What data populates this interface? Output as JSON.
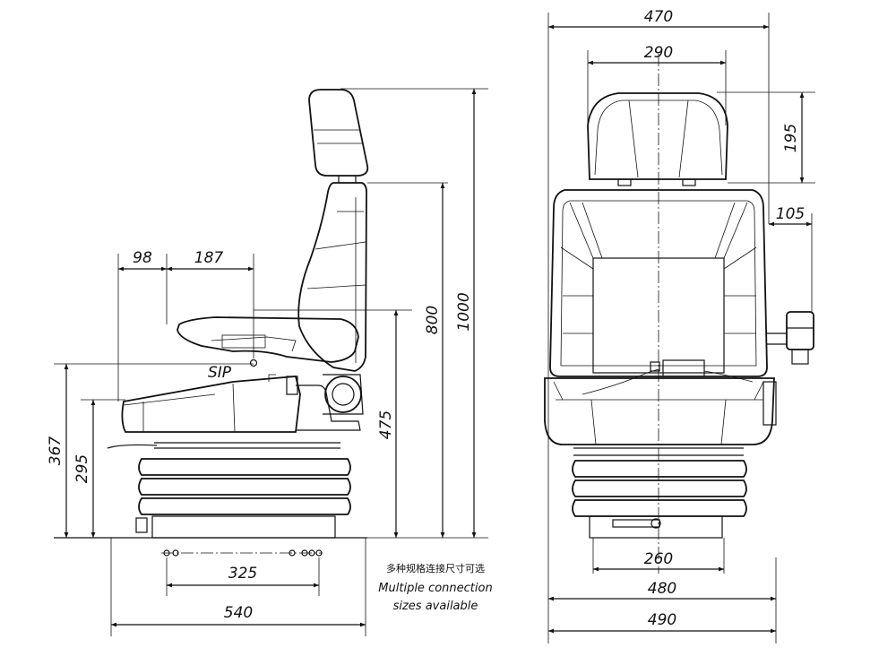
{
  "side_view": {
    "dims": {
      "top_98": "98",
      "top_187": "187",
      "sip": "SIP",
      "v_367": "367",
      "v_295": "295",
      "v_475": "475",
      "v_800": "800",
      "v_1000": "1000",
      "b_325": "325",
      "b_540": "540"
    },
    "note": {
      "cn": "多种规格连接尺寸可选",
      "en_line1": "Multiple connection",
      "en_line2": "sizes available"
    }
  },
  "front_view": {
    "dims": {
      "top_470": "470",
      "top_290": "290",
      "v_195": "195",
      "r_105": "105",
      "b_260": "260",
      "b_480": "480",
      "b_490": "490"
    }
  }
}
